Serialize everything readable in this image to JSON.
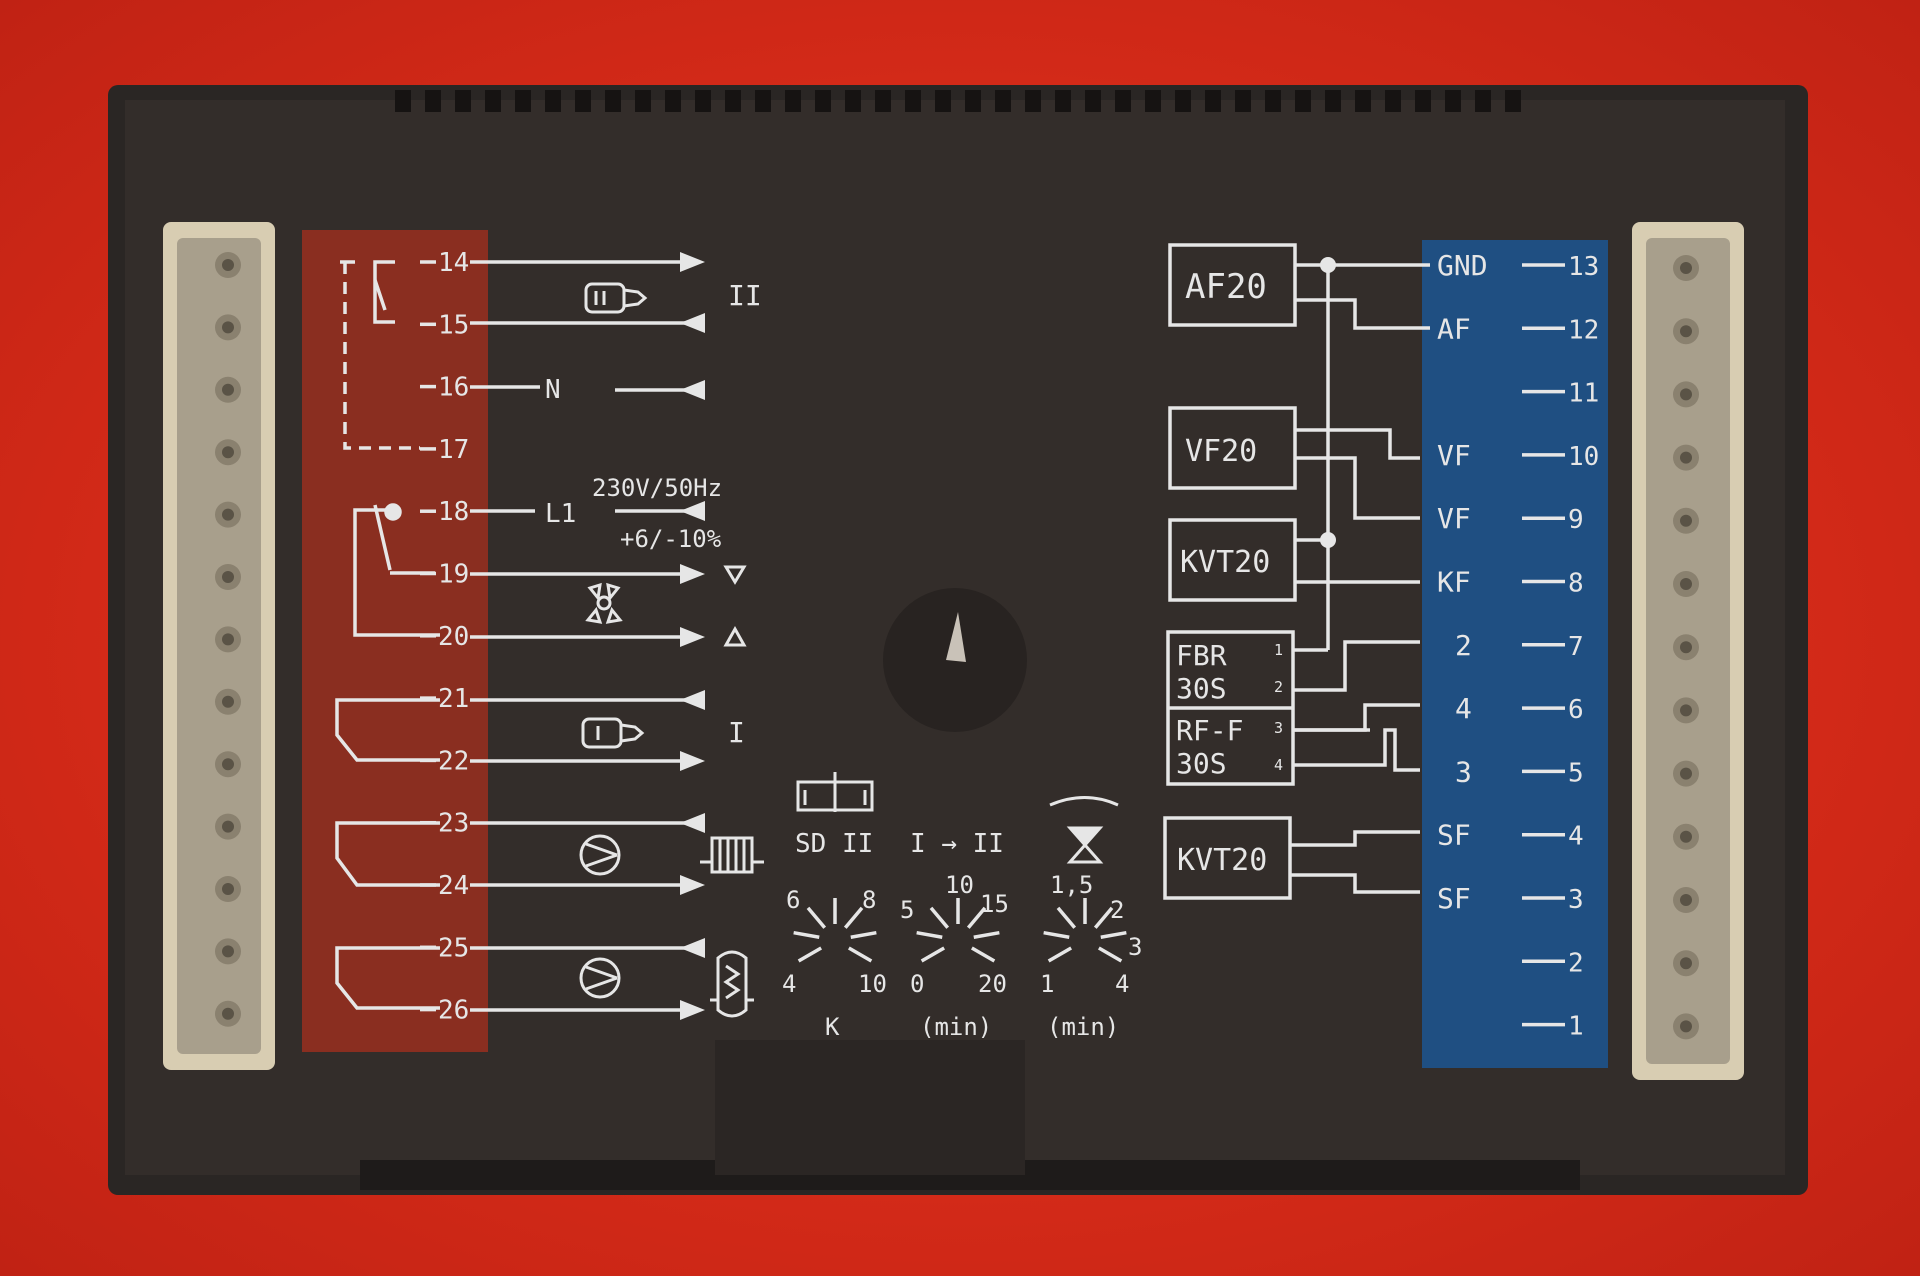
{
  "colors": {
    "background": "#d42a18",
    "housing": "#2a2624",
    "panel": "#332d2a",
    "left_zone": "#8a2e20",
    "right_zone": "#1f4f82",
    "print": "#e6e6e6",
    "connector": "#d8cdb2"
  },
  "left_terminals": [
    "14",
    "15",
    "16",
    "17",
    "18",
    "19",
    "20",
    "21",
    "22",
    "23",
    "24",
    "25",
    "26"
  ],
  "left_labels": {
    "n": "N",
    "l1": "L1",
    "burner_stage_2": "II",
    "burner_stage_1": "I",
    "supply": "230V/50Hz",
    "tolerance": "+6/-10%"
  },
  "icon_names": [
    "burner-icon",
    "mixing-valve-icon",
    "pump-icon",
    "radiator-icon",
    "boiler-icon"
  ],
  "right_terminals": [
    "13",
    "12",
    "11",
    "10",
    "9",
    "8",
    "7",
    "6",
    "5",
    "4",
    "3",
    "2",
    "1"
  ],
  "right_signals": [
    "GND",
    "AF",
    "",
    "VF",
    "VF",
    "KF",
    "2",
    "4",
    "3",
    "SF",
    "SF",
    "",
    ""
  ],
  "sensor_boxes": {
    "af": "AF20",
    "vf": "VF20",
    "kvt_top": "KVT20",
    "fbr_1": "FBR",
    "fbr_2": "30S",
    "rff_1": "RF-F",
    "rff_2": "30S",
    "kvt_bottom": "KVT20",
    "pins": [
      "1",
      "2",
      "3",
      "4"
    ]
  },
  "dials": [
    {
      "top_label": "SD II",
      "scale": [
        "6",
        "8",
        "4",
        "10"
      ],
      "unit": "K"
    },
    {
      "top_label": "I → II",
      "scale": [
        "10",
        "5",
        "15",
        "0",
        "20"
      ],
      "unit": "(min)"
    },
    {
      "top_label": "",
      "scale": [
        "1,5",
        "2",
        "3",
        "1",
        "4"
      ],
      "unit": "(min)"
    }
  ]
}
